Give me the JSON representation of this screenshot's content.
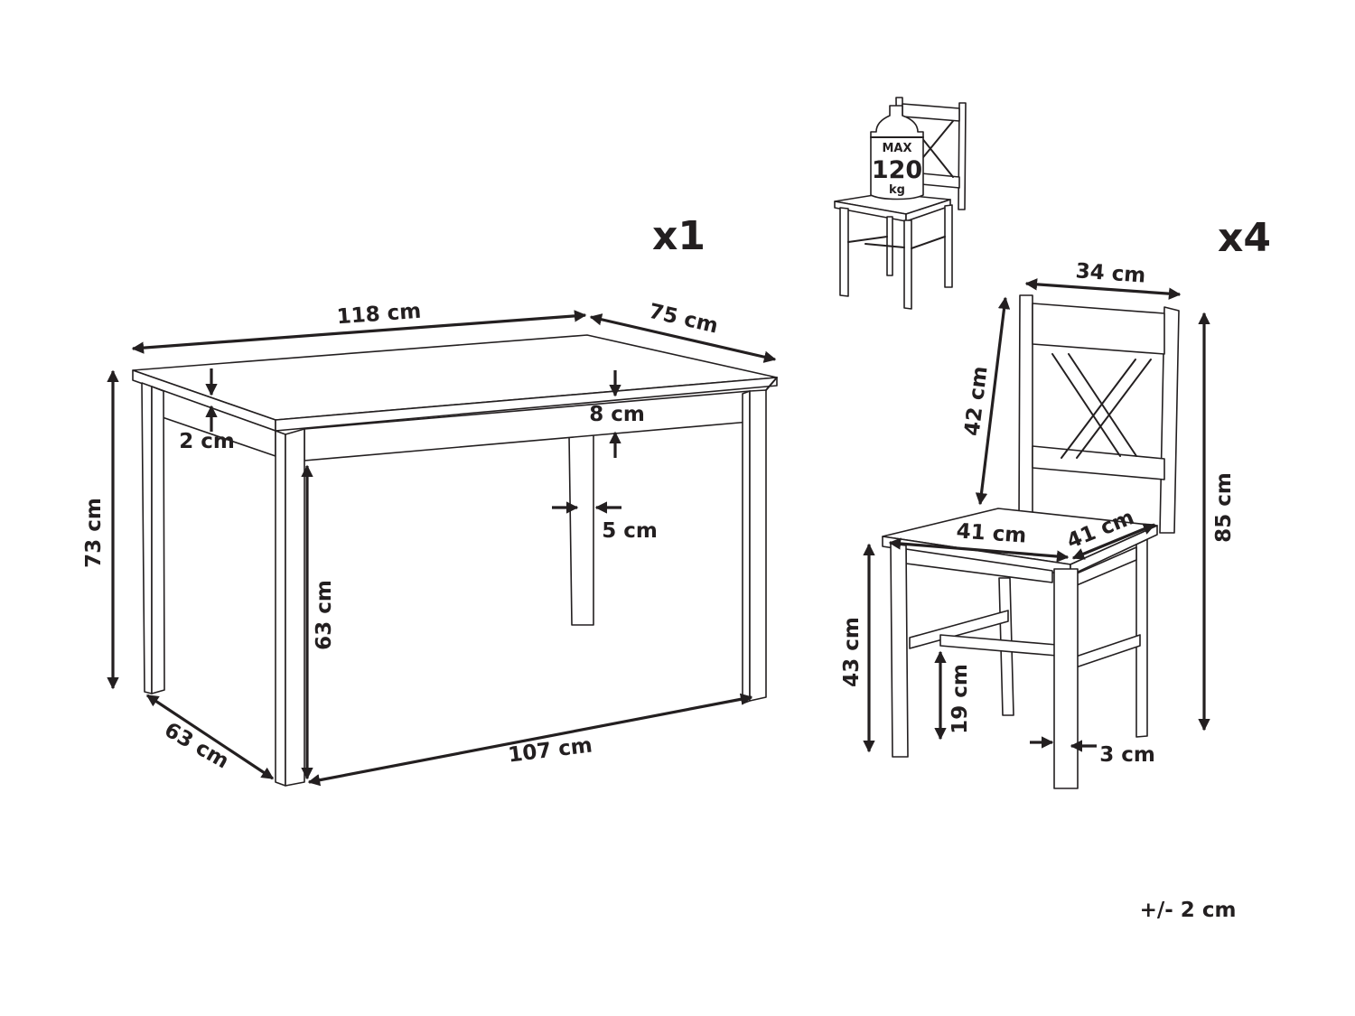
{
  "table": {
    "quantity": "x1",
    "length": "118 cm",
    "depth": "75 cm",
    "height": "73 cm",
    "top_thickness": "2 cm",
    "apron_height": "8 cm",
    "leg_width": "5 cm",
    "clearance_height": "63 cm",
    "inner_length": "107 cm",
    "inner_depth": "63 cm"
  },
  "chair": {
    "quantity": "x4",
    "back_width": "34 cm",
    "back_height": "42 cm",
    "total_height": "85 cm",
    "seat_width": "41 cm",
    "seat_depth": "41 cm",
    "seat_height": "43 cm",
    "stretcher_height": "19 cm",
    "leg_width": "3 cm"
  },
  "load_badge": {
    "line1": "MAX",
    "line2": "120",
    "line3": "kg"
  },
  "tolerance": "+/- 2 cm",
  "colors": {
    "ink": "#231f20",
    "background": "#ffffff"
  }
}
